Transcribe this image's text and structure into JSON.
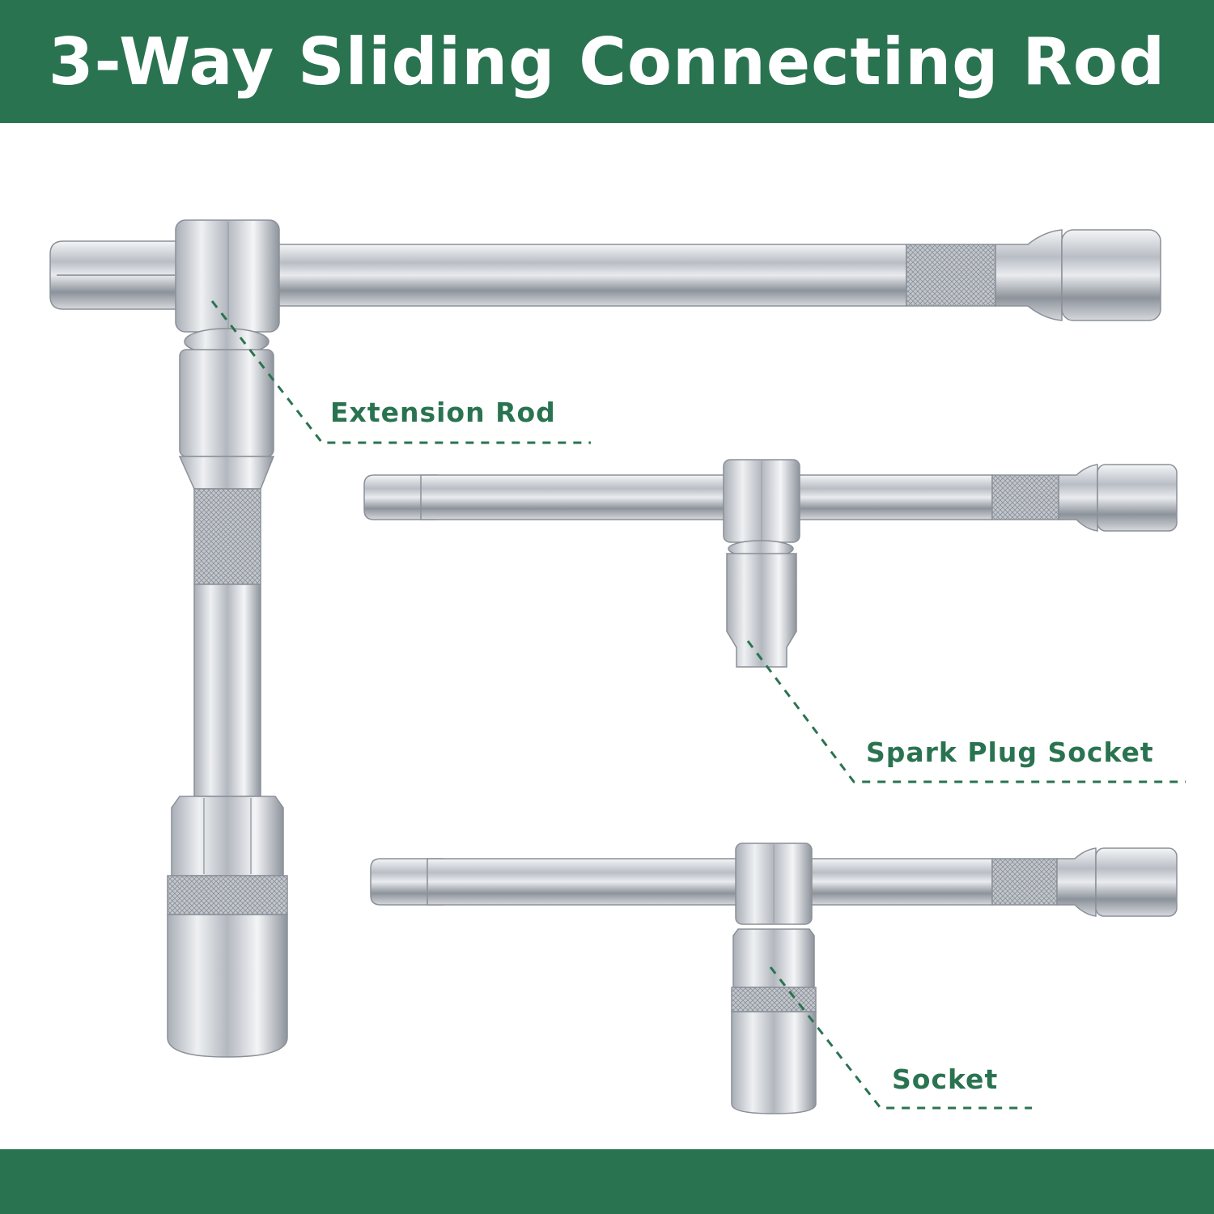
{
  "header": {
    "title": "3-Way Sliding Connecting Rod"
  },
  "callouts": {
    "extension_rod": "Extension Rod",
    "spark_plug_socket": "Spark Plug Socket",
    "socket": "Socket"
  },
  "colors": {
    "brand_green": "#2a7350",
    "background": "#ffffff",
    "steel": "#c8ccd2"
  }
}
